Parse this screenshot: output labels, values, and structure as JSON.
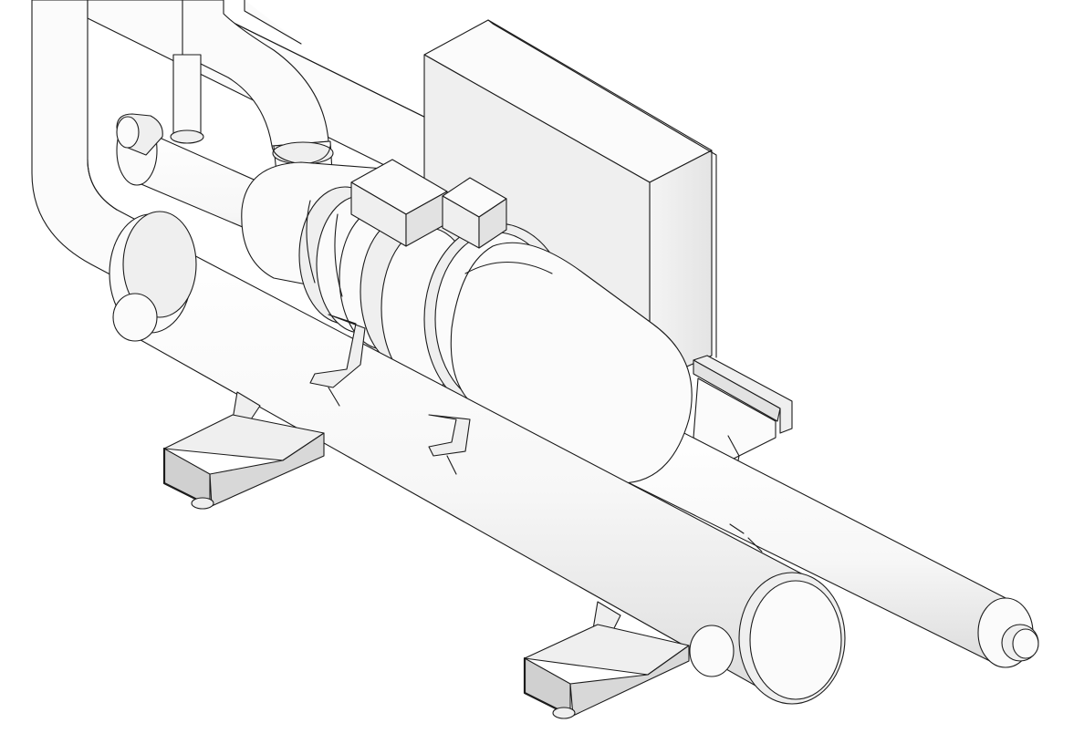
{
  "drawing": {
    "style": "isometric line drawing",
    "palette": {
      "background": "#ffffff",
      "line": "#1b1b1b",
      "light_shade": "#efefef",
      "mid_shade": "#e2e2e2",
      "dark_shade": "#d0d0d0"
    },
    "components": [
      "upper-bend-pipe",
      "left-bend-pipe",
      "top-straight-pipe",
      "vertical-riser-pipe",
      "left-end-cap",
      "upper-shell-cylinder",
      "elbow-pipe",
      "compressor-flanged-body",
      "junction-box-large",
      "junction-box-small",
      "motor-housing",
      "control-panel-box",
      "channel-rail",
      "right-long-tube",
      "front-shell-cylinder",
      "front-shell-end-cap",
      "support-saddles",
      "base-feet"
    ]
  }
}
